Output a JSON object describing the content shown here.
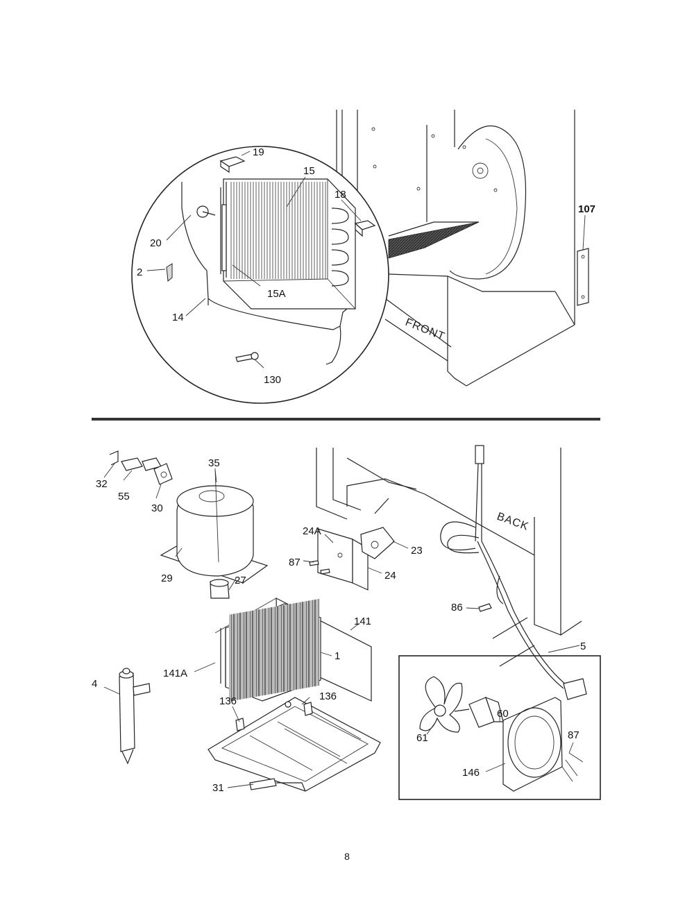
{
  "top_view": {
    "labels": {
      "l19": "19",
      "l15": "15",
      "l18": "18",
      "l20": "20",
      "l2": "2",
      "l15a": "15A",
      "l14": "14",
      "l130": "130",
      "l107": "107"
    },
    "front_text": "FRONT"
  },
  "bottom_view": {
    "labels": {
      "l35": "35",
      "l32": "32",
      "l55": "55",
      "l30": "30",
      "l29": "29",
      "l27": "27",
      "l24a": "24A",
      "l23": "23",
      "l87a": "87",
      "l24": "24",
      "l86": "86",
      "l5": "5",
      "l141": "141",
      "l1": "1",
      "l141a": "141A",
      "l4": "4",
      "l136a": "136",
      "l136b": "136",
      "l31": "31",
      "l60": "60",
      "l61": "61",
      "l87b": "87",
      "l146": "146"
    },
    "back_text": "BACK"
  },
  "page_number": "8"
}
